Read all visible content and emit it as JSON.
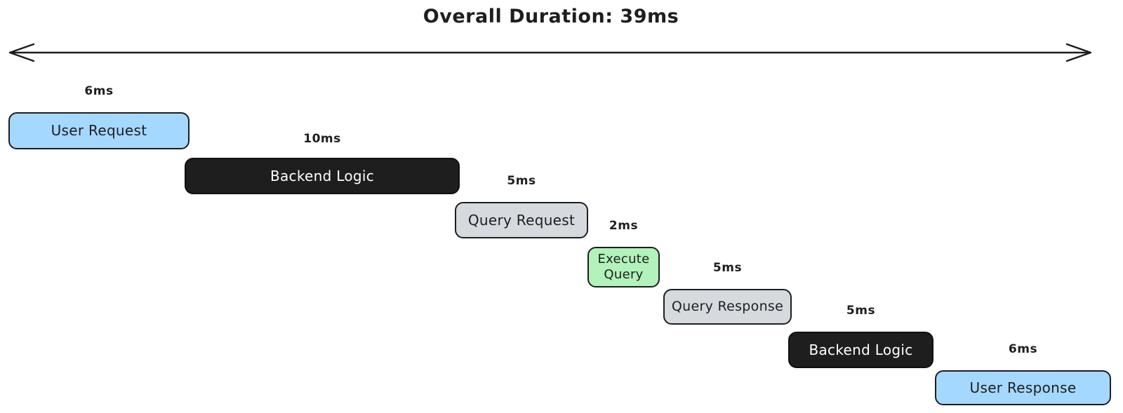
{
  "title": "Overall Duration: 39ms",
  "total_duration_ms": 39,
  "steps": [
    {
      "label": "User Request",
      "duration": "6ms",
      "duration_ms": 6,
      "color": "#a5d8ff"
    },
    {
      "label": "Backend Logic",
      "duration": "10ms",
      "duration_ms": 10,
      "color": "#1e1e1e"
    },
    {
      "label": "Query Request",
      "duration": "5ms",
      "duration_ms": 5,
      "color": "#d6dade"
    },
    {
      "label": "Execute Query",
      "duration": "2ms",
      "duration_ms": 2,
      "color": "#b2f2bb"
    },
    {
      "label": "Query Response",
      "duration": "5ms",
      "duration_ms": 5,
      "color": "#d6dade"
    },
    {
      "label": "Backend Logic",
      "duration": "5ms",
      "duration_ms": 5,
      "color": "#1e1e1e"
    },
    {
      "label": "User Response",
      "duration": "6ms",
      "duration_ms": 6,
      "color": "#a5d8ff"
    }
  ],
  "colors": {
    "background": "#ffffff",
    "stroke": "#1e1e1e",
    "blue": "#a5d8ff",
    "dark": "#1e1e1e",
    "gray": "#d6dade",
    "green": "#b2f2bb",
    "text_on_dark": "#ffffff"
  }
}
